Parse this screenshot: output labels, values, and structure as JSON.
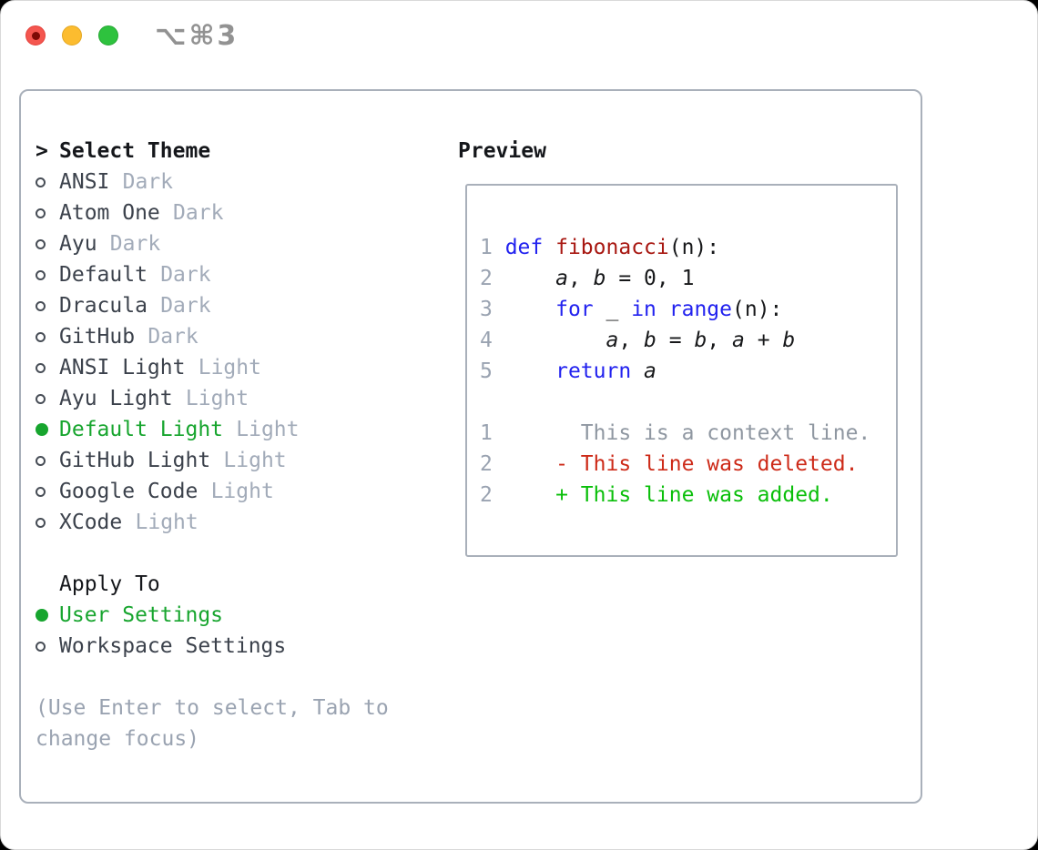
{
  "titlebar": {
    "shortcut": "⌥⌘3"
  },
  "colors": {
    "selected_green": "#17a52e",
    "added_green": "#0abf0a",
    "deleted_red": "#cd2a18",
    "keyword_blue": "#2222ef",
    "function_red": "#a81812",
    "muted_gray": "#9aa3b1",
    "panel_border": "#a9b0ba",
    "traffic_red": "#f4564f",
    "traffic_yellow": "#fcbc2f",
    "traffic_green": "#2ec23e"
  },
  "theme_picker": {
    "cursor": ">",
    "header": "Select Theme",
    "items": [
      {
        "label": "ANSI",
        "tag": "Dark",
        "selected": false
      },
      {
        "label": "Atom One",
        "tag": "Dark",
        "selected": false
      },
      {
        "label": "Ayu",
        "tag": "Dark",
        "selected": false
      },
      {
        "label": "Default",
        "tag": "Dark",
        "selected": false
      },
      {
        "label": "Dracula",
        "tag": "Dark",
        "selected": false
      },
      {
        "label": "GitHub",
        "tag": "Dark",
        "selected": false
      },
      {
        "label": "ANSI Light",
        "tag": "Light",
        "selected": false
      },
      {
        "label": "Ayu Light",
        "tag": "Light",
        "selected": false
      },
      {
        "label": "Default Light",
        "tag": "Light",
        "selected": true
      },
      {
        "label": "GitHub Light",
        "tag": "Light",
        "selected": false
      },
      {
        "label": "Google Code",
        "tag": "Light",
        "selected": false
      },
      {
        "label": "XCode",
        "tag": "Light",
        "selected": false
      }
    ]
  },
  "apply_to": {
    "header": "Apply To",
    "options": [
      {
        "label": "User Settings",
        "selected": true
      },
      {
        "label": "Workspace Settings",
        "selected": false
      }
    ]
  },
  "help": {
    "line1": "(Use Enter to select, Tab to",
    "line2": "change focus)"
  },
  "preview": {
    "header": "Preview",
    "code": [
      {
        "num": "1",
        "tokens": [
          {
            "t": "def",
            "c": "kw"
          },
          {
            "t": " "
          },
          {
            "t": "fibonacci",
            "c": "fn"
          },
          {
            "t": "(n):"
          }
        ]
      },
      {
        "num": "2",
        "tokens": [
          {
            "t": "    "
          },
          {
            "t": "a",
            "c": "var"
          },
          {
            "t": ", "
          },
          {
            "t": "b",
            "c": "var"
          },
          {
            "t": " = 0, 1"
          }
        ]
      },
      {
        "num": "3",
        "tokens": [
          {
            "t": "    "
          },
          {
            "t": "for",
            "c": "kw"
          },
          {
            "t": " _ "
          },
          {
            "t": "in",
            "c": "kw"
          },
          {
            "t": " "
          },
          {
            "t": "range",
            "c": "kw"
          },
          {
            "t": "(n):"
          }
        ]
      },
      {
        "num": "4",
        "tokens": [
          {
            "t": "        "
          },
          {
            "t": "a",
            "c": "var"
          },
          {
            "t": ", "
          },
          {
            "t": "b",
            "c": "var"
          },
          {
            "t": " = "
          },
          {
            "t": "b",
            "c": "var"
          },
          {
            "t": ", "
          },
          {
            "t": "a",
            "c": "var"
          },
          {
            "t": " + "
          },
          {
            "t": "b",
            "c": "var"
          }
        ]
      },
      {
        "num": "5",
        "tokens": [
          {
            "t": "    "
          },
          {
            "t": "return",
            "c": "kw"
          },
          {
            "t": " "
          },
          {
            "t": "a",
            "c": "var"
          }
        ]
      },
      {
        "num": "",
        "tokens": []
      },
      {
        "num": "1",
        "tokens": [
          {
            "t": "      This is a context line.",
            "c": "ctx"
          }
        ]
      },
      {
        "num": "2",
        "tokens": [
          {
            "t": "    - This line was deleted.",
            "c": "del"
          }
        ]
      },
      {
        "num": "2",
        "tokens": [
          {
            "t": "    + This line was added.",
            "c": "add"
          }
        ]
      }
    ]
  }
}
